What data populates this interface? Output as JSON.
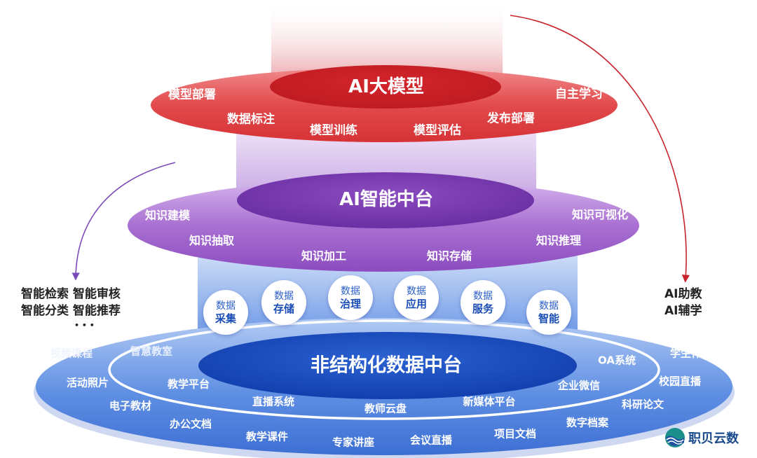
{
  "colors": {
    "red": "#d9262b",
    "purple": "#7a3fae",
    "blue": "#1f4fc0",
    "arrow_purple": "#7a4ab8",
    "arrow_red": "#c4242a"
  },
  "layer_top": {
    "title": "AI大模型",
    "labels": [
      "模型部署",
      "数据标注",
      "模型训练",
      "模型评估",
      "发布部署",
      "自主学习"
    ]
  },
  "layer_middle": {
    "title": "AI智能中台",
    "labels": [
      "知识建模",
      "知识抽取",
      "知识加工",
      "知识存储",
      "知识推理",
      "知识可视化"
    ]
  },
  "layer_bottom": {
    "title": "非结构化数据中台",
    "bubbles": [
      {
        "top": "数据",
        "bottom": "采集"
      },
      {
        "top": "数据",
        "bottom": "存储"
      },
      {
        "top": "数据",
        "bottom": "治理"
      },
      {
        "top": "数据",
        "bottom": "应用"
      },
      {
        "top": "数据",
        "bottom": "服务"
      },
      {
        "top": "数据",
        "bottom": "智能"
      }
    ],
    "inner_labels": [
      "智慧教室",
      "教学平台",
      "直播系统",
      "教师云盘",
      "新媒体平台",
      "企业微信",
      "OA系统"
    ],
    "outer_labels": [
      "视频课程",
      "活动照片",
      "电子教材",
      "办公文档",
      "教学课件",
      "专家讲座",
      "会议直播",
      "项目文档",
      "数字档案",
      "科研论文",
      "校园直播",
      "学生作品"
    ]
  },
  "left_notes": {
    "line1": "智能检索  智能审核",
    "line2": "智能分类  智能推荐",
    "line3": "• • •"
  },
  "right_notes": {
    "line1": "AI助教",
    "line2": "AI辅学"
  },
  "logo": {
    "text": "职贝云数",
    "icon": "wave-globe-icon"
  }
}
